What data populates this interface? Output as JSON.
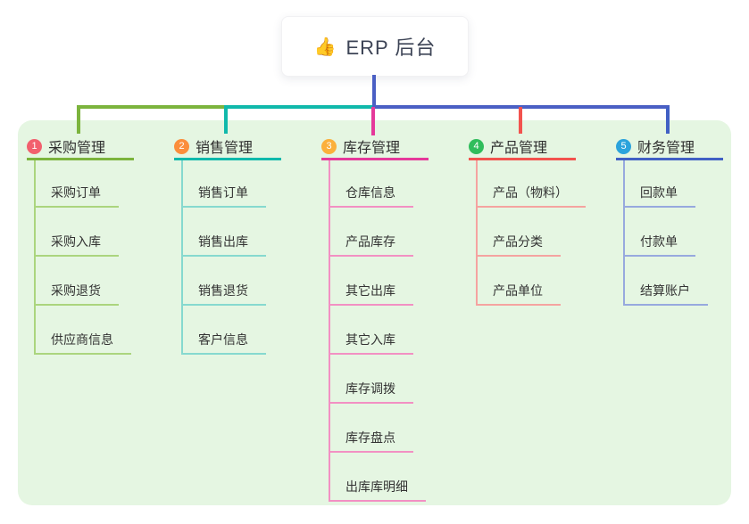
{
  "root": {
    "icon": "thumbs-up-icon",
    "emoji": "👍",
    "title": "ERP 后台"
  },
  "colors": {
    "root_connector": "#4a5fc4",
    "panel_background": "#e5f6e2"
  },
  "branches": [
    {
      "num": "1",
      "label": "采购管理",
      "badge_color": "#f2606e",
      "line_color": "#7cb43d",
      "child_line_color": "#abd57e",
      "children": [
        "采购订单",
        "采购入库",
        "采购退货",
        "供应商信息"
      ]
    },
    {
      "num": "2",
      "label": "销售管理",
      "badge_color": "#fb8e3c",
      "line_color": "#10b9ab",
      "child_line_color": "#86d9cf",
      "children": [
        "销售订单",
        "销售出库",
        "销售退货",
        "客户信息"
      ]
    },
    {
      "num": "3",
      "label": "库存管理",
      "badge_color": "#fbb03b",
      "line_color": "#e5399a",
      "child_line_color": "#f290c3",
      "children": [
        "仓库信息",
        "产品库存",
        "其它出库",
        "其它入库",
        "库存调拨",
        "库存盘点",
        "出库库明细"
      ]
    },
    {
      "num": "4",
      "label": "产品管理",
      "badge_color": "#30bd5c",
      "line_color": "#f2534e",
      "child_line_color": "#f5a3a0",
      "children": [
        "产品（物料）",
        "产品分类",
        "产品单位"
      ]
    },
    {
      "num": "5",
      "label": "财务管理",
      "badge_color": "#2ba3dc",
      "line_color": "#4160c4",
      "child_line_color": "#97a9de",
      "children": [
        "回款单",
        "付款单",
        "结算账户"
      ]
    }
  ]
}
